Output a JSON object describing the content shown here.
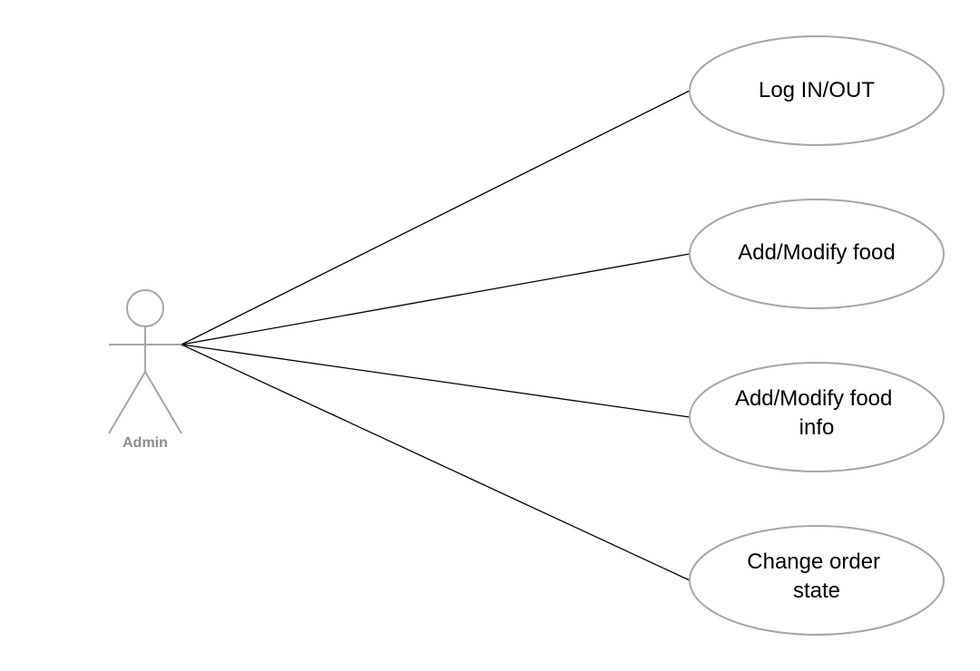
{
  "diagram": {
    "type": "use-case",
    "actor": {
      "label": "Admin"
    },
    "use_cases": [
      {
        "id": "log-in-out",
        "lines": [
          "Log IN/OUT"
        ]
      },
      {
        "id": "add-modify-food",
        "lines": [
          "Add/Modify food"
        ]
      },
      {
        "id": "add-modify-food-info",
        "lines": [
          "Add/Modify food",
          "info"
        ]
      },
      {
        "id": "change-order-state",
        "lines": [
          "Change order",
          "state"
        ]
      }
    ],
    "colors": {
      "outline": "#a6a6a6",
      "actor_label": "#8c8c8c",
      "line": "#000000",
      "text": "#000000",
      "background": "#ffffff"
    }
  }
}
